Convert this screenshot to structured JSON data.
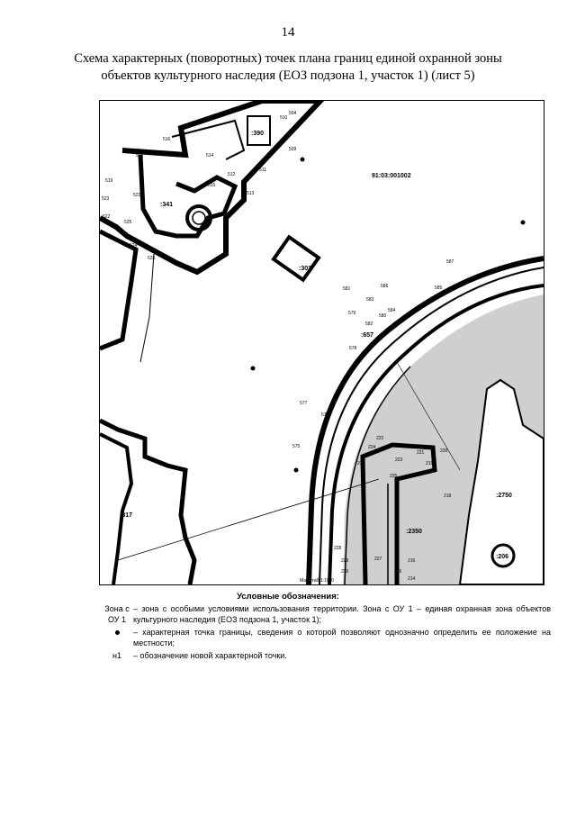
{
  "page_number": "14",
  "title_line1": "Схема характерных (поворотных) точек плана границ единой охранной зоны",
  "title_line2": "объектов культурного наследия (ЕОЗ подзона 1, участок 1) (лист 5)",
  "map": {
    "cadastral_block": "91:03:001002",
    "parcels": [
      ":390",
      ":341",
      ":301",
      ":657",
      ":317",
      ":2350",
      ":2750",
      ":206"
    ],
    "points": [
      "504",
      "510",
      "516",
      "509",
      "508",
      "507",
      "514",
      "512",
      "511",
      "519",
      "515",
      "513",
      "523",
      "521",
      "522",
      "525",
      "524",
      "526",
      "527",
      "587",
      "581",
      "586",
      "585",
      "583",
      "584",
      "580",
      "582",
      "579",
      "578",
      "577",
      "576",
      "575",
      "222",
      "224",
      "221",
      "220",
      "226",
      "223",
      "225",
      "219",
      "218",
      "228",
      "229",
      "227",
      "230",
      "216",
      "215",
      "214"
    ],
    "scale_label": "Масштаб 1:1000"
  },
  "legend": {
    "title": "Условные обозначения:",
    "items": [
      {
        "symbol": "Зона с ОУ 1",
        "text": "– зона с особыми условиями использования территории. Зона с ОУ 1 – единая охранная зона объектов культурного наследия (ЕОЗ подзона 1, участок 1);"
      },
      {
        "symbol": "dot",
        "text": "– характерная точка границы, сведения о которой позволяют однозначно определить ее положение на местности;"
      },
      {
        "symbol": "н1",
        "text": "– обозначение новой характерной точки."
      }
    ]
  }
}
